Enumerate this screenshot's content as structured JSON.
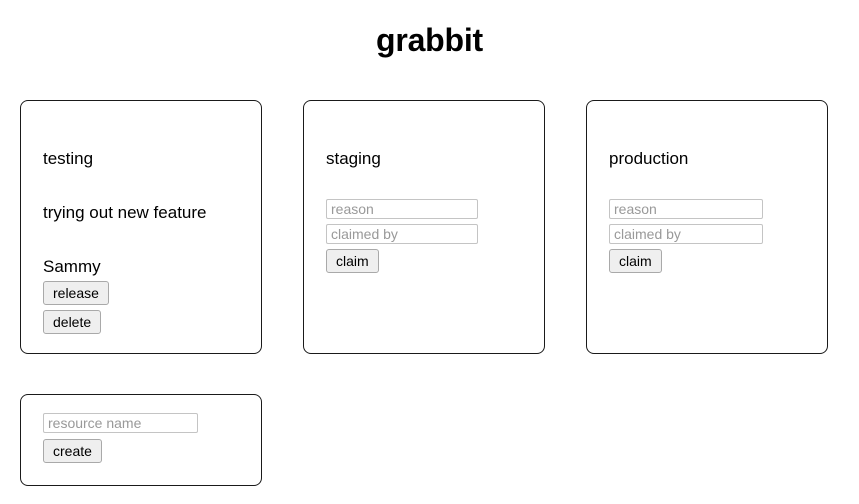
{
  "app": {
    "title": "grabbit"
  },
  "resources": [
    {
      "name": "testing",
      "state": "claimed",
      "reason": "trying out new feature",
      "claimed_by": "Sammy",
      "buttons": {
        "release": "release",
        "delete": "delete"
      }
    },
    {
      "name": "staging",
      "state": "free",
      "fields": {
        "reason_placeholder": "reason",
        "claimed_by_placeholder": "claimed by"
      },
      "buttons": {
        "claim": "claim"
      }
    },
    {
      "name": "production",
      "state": "free",
      "fields": {
        "reason_placeholder": "reason",
        "claimed_by_placeholder": "claimed by"
      },
      "buttons": {
        "claim": "claim"
      }
    }
  ],
  "create": {
    "resource_name_placeholder": "resource name",
    "create_label": "create"
  },
  "colors": {
    "page_background": "#ffffff",
    "card_border": "#1a1a1a",
    "text": "#000000",
    "input_border": "#c4c4c4",
    "placeholder": "#999999",
    "button_background": "#efefef",
    "button_border": "#a9a9a9"
  }
}
